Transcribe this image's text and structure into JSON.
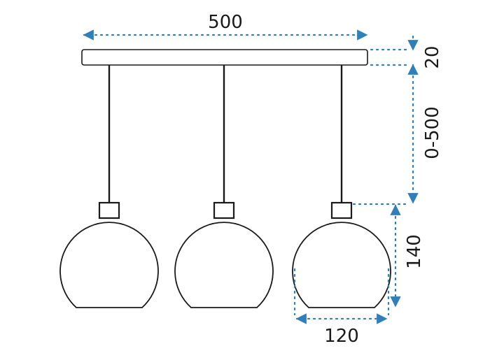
{
  "dimensions": {
    "width": "500",
    "canopy_height": "20",
    "cable_length": "0-500",
    "shade_height": "140",
    "shade_width": "120"
  },
  "colors": {
    "line": "#1a1a1a",
    "dimension": "#2f7fb8"
  },
  "shades": 3
}
